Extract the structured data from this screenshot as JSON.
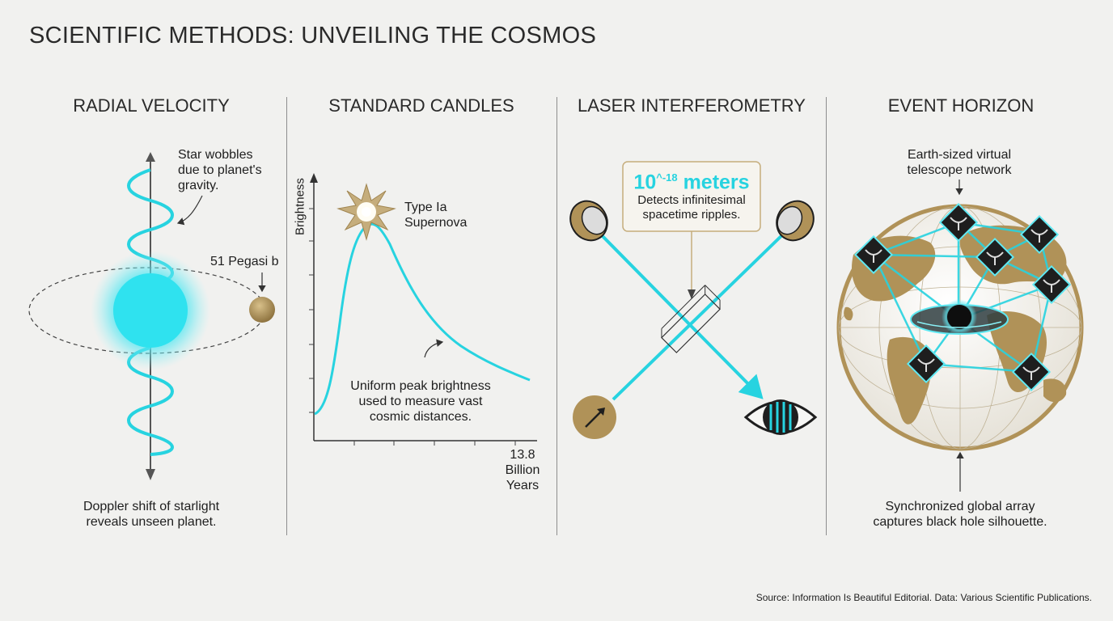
{
  "title": "SCIENTIFIC METHODS: UNVEILING THE COSMOS",
  "panels": [
    {
      "title": "RADIAL VELOCITY",
      "annotation": [
        "Star wobbles",
        "due to planet's",
        "gravity."
      ],
      "planet_label": "51 Pegasi b",
      "caption": [
        "Doppler shift of starlight",
        "reveals unseen planet."
      ]
    },
    {
      "title": "STANDARD CANDLES",
      "ylabel": "Brightness",
      "event_label": [
        "Type Ia",
        "Supernova"
      ],
      "annotation": [
        "Uniform peak brightness",
        "used to measure vast",
        "cosmic distances."
      ],
      "x_end_label": [
        "13.8",
        "Billion",
        "Years"
      ]
    },
    {
      "title": "LASER INTERFEROMETRY",
      "measure_base": "10",
      "measure_exp": "^-18",
      "measure_unit": " meters",
      "annotation": [
        "Detects infinitesimal",
        "spacetime ripples."
      ]
    },
    {
      "title": "EVENT HORIZON",
      "annotation": [
        "Earth-sized virtual",
        "telescope network"
      ],
      "caption": [
        "Synchronized global array",
        "captures black hole silhouette."
      ]
    }
  ],
  "colors": {
    "accent": "#27d3e0",
    "gold": "#b09258",
    "ink": "#1e1e1e",
    "background": "#f1f1ef"
  },
  "icons": [
    "star-icon",
    "planet-icon",
    "supernova-icon",
    "mirror-icon",
    "laser-source-icon",
    "beam-splitter-icon",
    "detector-eye-icon",
    "globe-icon",
    "radio-dish-icon",
    "black-hole-icon"
  ],
  "source": "Source: Information Is Beautiful Editorial. Data: Various Scientific Publications."
}
